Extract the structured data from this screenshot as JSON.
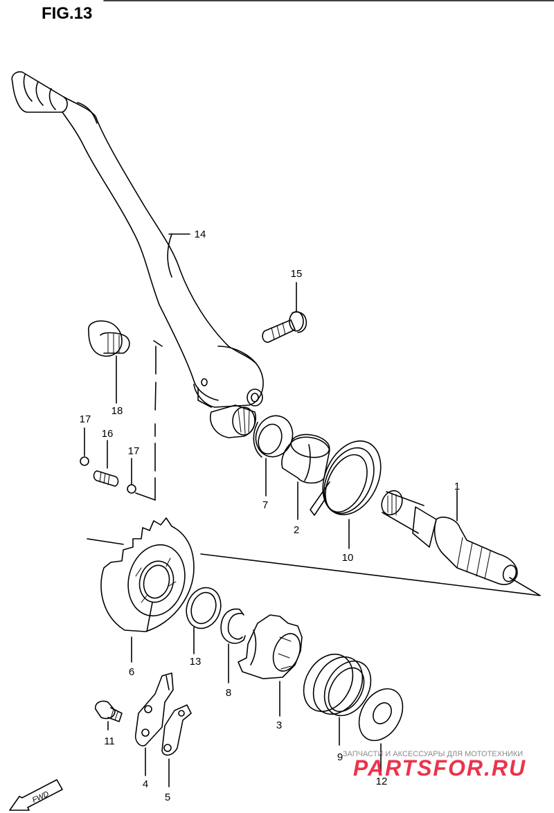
{
  "figure": {
    "title": "FIG.13"
  },
  "callouts": [
    {
      "id": "1",
      "label": "1"
    },
    {
      "id": "2",
      "label": "2"
    },
    {
      "id": "3",
      "label": "3"
    },
    {
      "id": "4",
      "label": "4"
    },
    {
      "id": "5",
      "label": "5"
    },
    {
      "id": "6",
      "label": "6"
    },
    {
      "id": "7",
      "label": "7"
    },
    {
      "id": "8",
      "label": "8"
    },
    {
      "id": "9",
      "label": "9"
    },
    {
      "id": "10",
      "label": "10"
    },
    {
      "id": "11",
      "label": "11"
    },
    {
      "id": "12",
      "label": "12"
    },
    {
      "id": "13",
      "label": "13"
    },
    {
      "id": "14",
      "label": "14"
    },
    {
      "id": "15",
      "label": "15"
    },
    {
      "id": "16",
      "label": "16"
    },
    {
      "id": "17a",
      "label": "17"
    },
    {
      "id": "17b",
      "label": "17"
    },
    {
      "id": "18",
      "label": "18"
    }
  ],
  "fwd_label": "FWD",
  "watermark": {
    "line1": "ЗАПЧАСТИ И АКСЕССУАРЫ ДЛЯ МОТОТЕХНИКИ",
    "line2": "PARTSFOR.RU",
    "color": "#e8112d"
  }
}
